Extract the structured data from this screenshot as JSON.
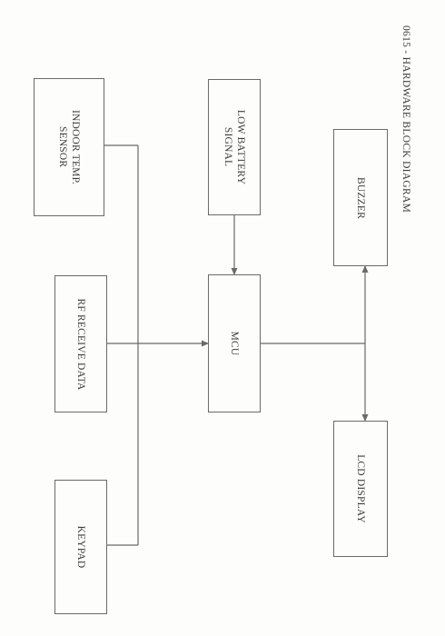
{
  "title": "0615 - HARDWARE BLOCK DIAGRAM",
  "blocks": {
    "indoor_temp_sensor": {
      "line1": "INDOOR TEMP.",
      "line2": "SENSOR"
    },
    "low_battery_signal": {
      "line1": "LOW BATTERY",
      "line2": "SIGNAL"
    },
    "buzzer": "BUZZER",
    "rf_receive_data": "RF RECEIVE DATA",
    "mcu": "MCU",
    "lcd_display": "LCD DISPLAY",
    "keypad": "KEYPAD"
  },
  "colors": {
    "line": "#6a6a6a",
    "text": "#3d3d3d"
  }
}
